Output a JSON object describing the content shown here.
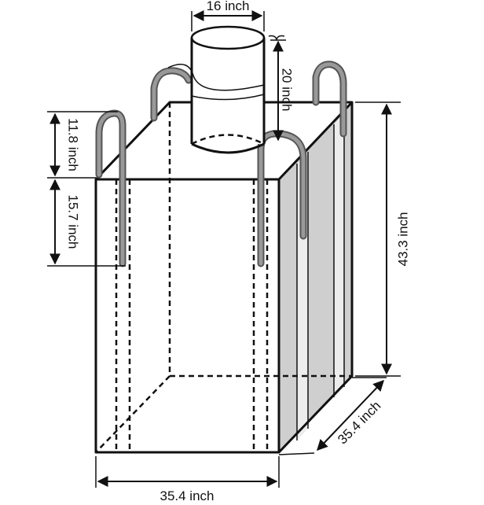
{
  "diagram": {
    "labels": {
      "spout_diameter": "16 inch",
      "spout_height": "20 inch",
      "loop_height": "11.8 inch",
      "loop_sewn_length": "15.7 inch",
      "bag_height": "43.3 inch",
      "bag_depth": "35.4 inch",
      "bag_width": "35.4 inch"
    },
    "colors": {
      "outline": "#111111",
      "side_panel": "#cfcfcf",
      "side_strip_light": "#eeeeee",
      "handle": "#777777"
    }
  }
}
